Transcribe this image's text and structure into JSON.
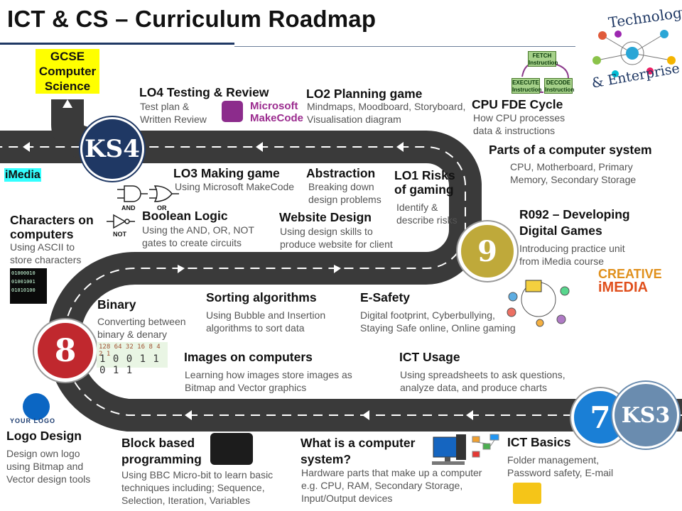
{
  "title": "ICT & CS – Curriculum Roadmap",
  "badges": {
    "ks4": "KS4",
    "nine": "9",
    "eight": "8",
    "seven": "7",
    "ks3": "KS3"
  },
  "gcse": "GCSE Computer Science",
  "imedia": "iMedia",
  "topics": {
    "lo4": {
      "title": "LO4 Testing & Review",
      "desc": "Test plan & Written Review"
    },
    "lo2": {
      "title": "LO2 Planning game",
      "desc": "Mindmaps, Moodboard, Storyboard, Visualisation diagram"
    },
    "cpu_fde": {
      "title": "CPU FDE Cycle",
      "desc": "How CPU processes data & instructions"
    },
    "parts": {
      "title": "Parts of a computer system",
      "desc": "CPU, Motherboard, Primary Memory, Secondary Storage"
    },
    "lo3": {
      "title": "LO3 Making game",
      "desc": "Using Microsoft MakeCode"
    },
    "abstraction": {
      "title": "Abstraction",
      "desc": "Breaking down design problems"
    },
    "lo1": {
      "title": "LO1 Risks of gaming",
      "desc": "Identify & describe risks"
    },
    "boolean": {
      "title": "Boolean Logic",
      "desc": "Using the AND, OR, NOT gates to create circuits"
    },
    "website": {
      "title": "Website Design",
      "desc": "Using design skills to produce website for client"
    },
    "characters": {
      "title": "Characters on computers",
      "desc": "Using ASCII to store characters"
    },
    "r092": {
      "title": "R092 – Developing Digital Games",
      "desc": "Introducing practice unit from iMedia course"
    },
    "sorting": {
      "title": "Sorting algorithms",
      "desc": "Using Bubble and Insertion algorithms to sort data"
    },
    "esafety": {
      "title": "E-Safety",
      "desc": "Digital footprint, Cyberbullying, Staying Safe online, Online gaming"
    },
    "binary": {
      "title": "Binary",
      "desc": "Converting between binary & denary"
    },
    "images": {
      "title": "Images on computers",
      "desc": "Learning how images store images as Bitmap and Vector graphics"
    },
    "ict_usage": {
      "title": "ICT Usage",
      "desc": "Using spreadsheets to ask questions, analyze data, and produce charts"
    },
    "logo": {
      "title": "Logo Design",
      "desc": "Design own logo using Bitmap and Vector design tools"
    },
    "block": {
      "title": "Block based programming",
      "desc": "Using BBC Micro-bit to learn basic techniques including; Sequence, Selection, Iteration, Variables"
    },
    "what_is": {
      "title": "What is a computer system?",
      "desc": "Hardware parts that make up a computer e.g. CPU, RAM, Secondary Storage, Input/Output devices"
    },
    "ict_basics": {
      "title": "ICT Basics",
      "desc": "Folder management, Password safety, E-mail"
    }
  },
  "logos": {
    "makecode": "Microsoft MakeCode",
    "your_logo": "YOUR LOGO",
    "tech_line1": "Technology",
    "tech_line2": "& Enterprise",
    "creative": "CREATIVE",
    "imedia_logo": "iMEDIA",
    "fde_fetch": "FETCH Instruction",
    "fde_execute": "EXECUTE Instruction",
    "fde_decode": "DECODE Instruction",
    "gate_and": "AND",
    "gate_or": "OR",
    "gate_not": "NOT",
    "ascii_art": "01000010 01001001 01010100",
    "binary_header": "128 64 32 16 8 4 2 1",
    "binary_digits": "1 0 0 1 1 0 1 1"
  },
  "colors": {
    "road": "#3a3a3a",
    "ks4": "#1f3864",
    "nine": "#bfa93a",
    "eight": "#c0282e",
    "seven": "#1a7fd6",
    "ks3": "#6a8caf",
    "gcse_highlight": "#ffff00",
    "imedia_highlight": "#33ffff"
  }
}
